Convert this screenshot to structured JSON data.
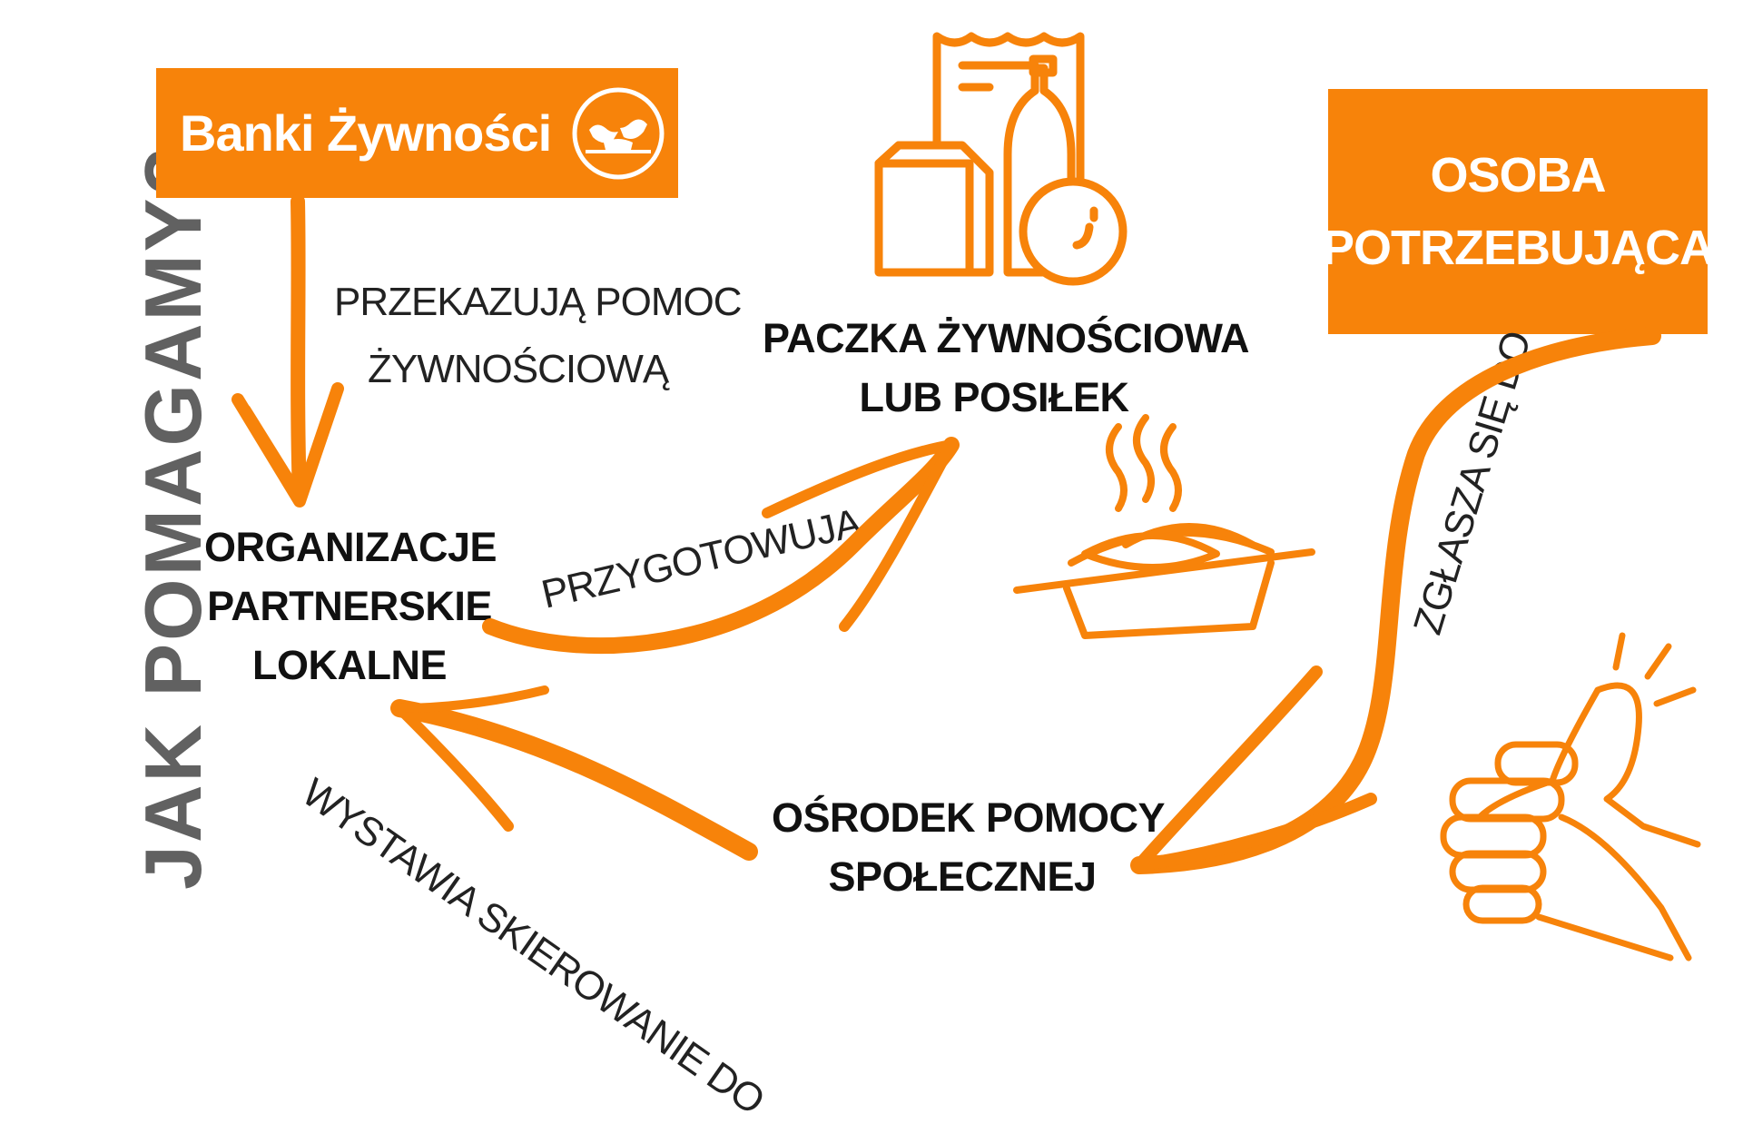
{
  "title": "JAK POMAGAMY?",
  "banki": {
    "label": "Banki Żywności"
  },
  "osoba": {
    "line1": "OSOBA",
    "line2": "POTRZEBUJĄCA"
  },
  "paczka": {
    "line1": "PACZKA ŻYWNOŚCIOWA",
    "line2": "LUB POSIŁEK"
  },
  "organizacje": {
    "line1": "ORGANIZACJE",
    "line2": "PARTNERSKIE",
    "line3": "LOKALNE"
  },
  "osrodek": {
    "line1": "OŚRODEK POMOCY",
    "line2": "SPOŁECZNEJ"
  },
  "edges": {
    "przekazuja_line1": "PRZEKAZUJĄ POMOC",
    "przekazuja_line2": "ŻYWNOŚCIOWĄ",
    "przygotowuja": "PRZYGOTOWUJĄ",
    "zglasza": "ZGŁASZA SIĘ DO",
    "wystawia": "WYSTAWIA SKIEROWANIE DO"
  },
  "colors": {
    "accent": "#f7830a",
    "title": "#616161",
    "text": "#111111"
  },
  "icons": [
    "food-bank-logo-icon",
    "groceries-icon",
    "hot-meal-icon",
    "thumbs-up-icon"
  ]
}
